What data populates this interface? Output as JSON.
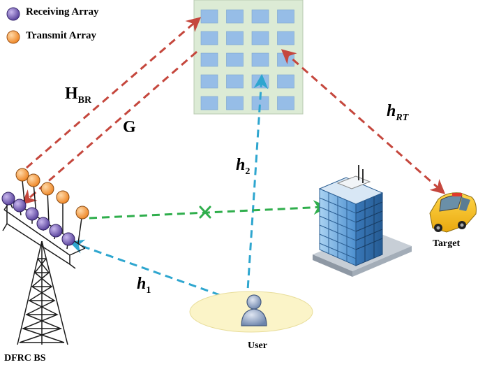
{
  "legend": {
    "receiving": {
      "label": "Receiving Array",
      "color": "#7b63b7"
    },
    "transmit": {
      "label": "Transmit Array",
      "color": "#f6a14b"
    }
  },
  "channels": {
    "hbr": {
      "main": "H",
      "sub": "BR"
    },
    "g": {
      "main": "G"
    },
    "hrt": {
      "main": "h",
      "sub": "RT"
    },
    "h2": {
      "main": "h",
      "sub": "2"
    },
    "h1": {
      "main": "h",
      "sub": "1"
    }
  },
  "nodes": {
    "target": "Target",
    "user": "User",
    "bs": "DFRC BS"
  },
  "colors": {
    "ris_panel": "#dcebd5",
    "ris_element": "#96bde7",
    "red_link": "#c5473d",
    "blue_link": "#2ea6cf",
    "green_link": "#2fae4c",
    "user_ellipse": "#fbf4c8"
  }
}
